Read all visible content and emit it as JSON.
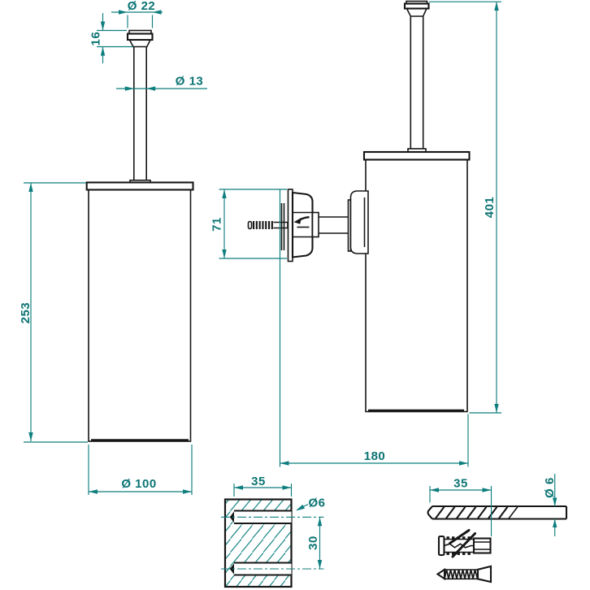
{
  "drawing": {
    "colors": {
      "dimension": "#0f7e7e",
      "outline": "#161616",
      "background": "#ffffff"
    },
    "views": {
      "freestanding": {
        "dims": {
          "cap_diameter": "Ø 22",
          "cap_height": "16",
          "rod_diameter": "Ø 13",
          "height": "253",
          "diameter": "Ø 100"
        }
      },
      "wall_mounted": {
        "dims": {
          "bracket_height": "71",
          "overall_height": "401",
          "depth_from_wall": "180"
        }
      },
      "wall_section": {
        "dims": {
          "hole_depth": "35",
          "hole_diameter": "Ø6",
          "hole_spacing": "30"
        }
      },
      "hardware": {
        "dims": {
          "drill_depth": "35",
          "drill_diameter": "Ø 6"
        }
      }
    }
  }
}
